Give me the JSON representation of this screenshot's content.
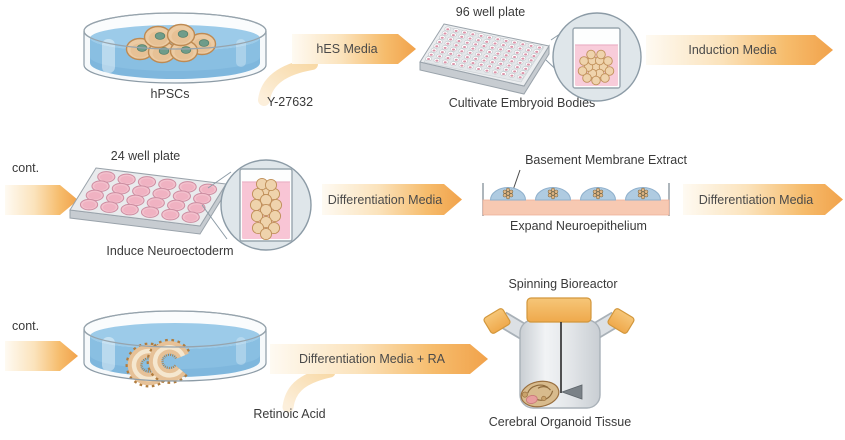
{
  "figure": {
    "background": "#FFFFFF",
    "palette": {
      "arrow_orange": "#F1A24B",
      "arrow_pale": "#FEFAF2",
      "water_blue": "#7FB7DD",
      "media_pink": "#F8CCDA",
      "cell_tan": "#ECCBA3",
      "nucleus_green": "#6F9C8A",
      "plate_gray": "#ECEEF0",
      "well_pink": "#F3C1CD",
      "matrigel_blue": "#AFCBE1",
      "substrate_salmon": "#F7C9B2",
      "cap_orange": "#F2B458",
      "text": "#3A3A3A"
    },
    "step1": {
      "dish_label": "hPSCs",
      "supplement_label": "Y-27632",
      "media_arrow": "hES Media",
      "plate_title": "96 well plate",
      "plate_caption": "Cultivate Embryoid Bodies",
      "out_arrow": "Induction Media"
    },
    "step2": {
      "cont_label": "cont.",
      "plate_title": "24 well plate",
      "plate_caption": "Induce Neuroectoderm",
      "media_arrow": "Differentiation Media",
      "bme_label": "Basement Membrane Extract",
      "stage_caption": "Expand Neuroepithelium",
      "out_arrow": "Differentiation Media"
    },
    "step3": {
      "cont_label": "cont.",
      "supplement_label": "Retinoic Acid",
      "media_arrow": "Differentiation Media + RA",
      "vessel_title": "Spinning Bioreactor",
      "vessel_caption": "Cerebral Organoid Tissue"
    }
  }
}
